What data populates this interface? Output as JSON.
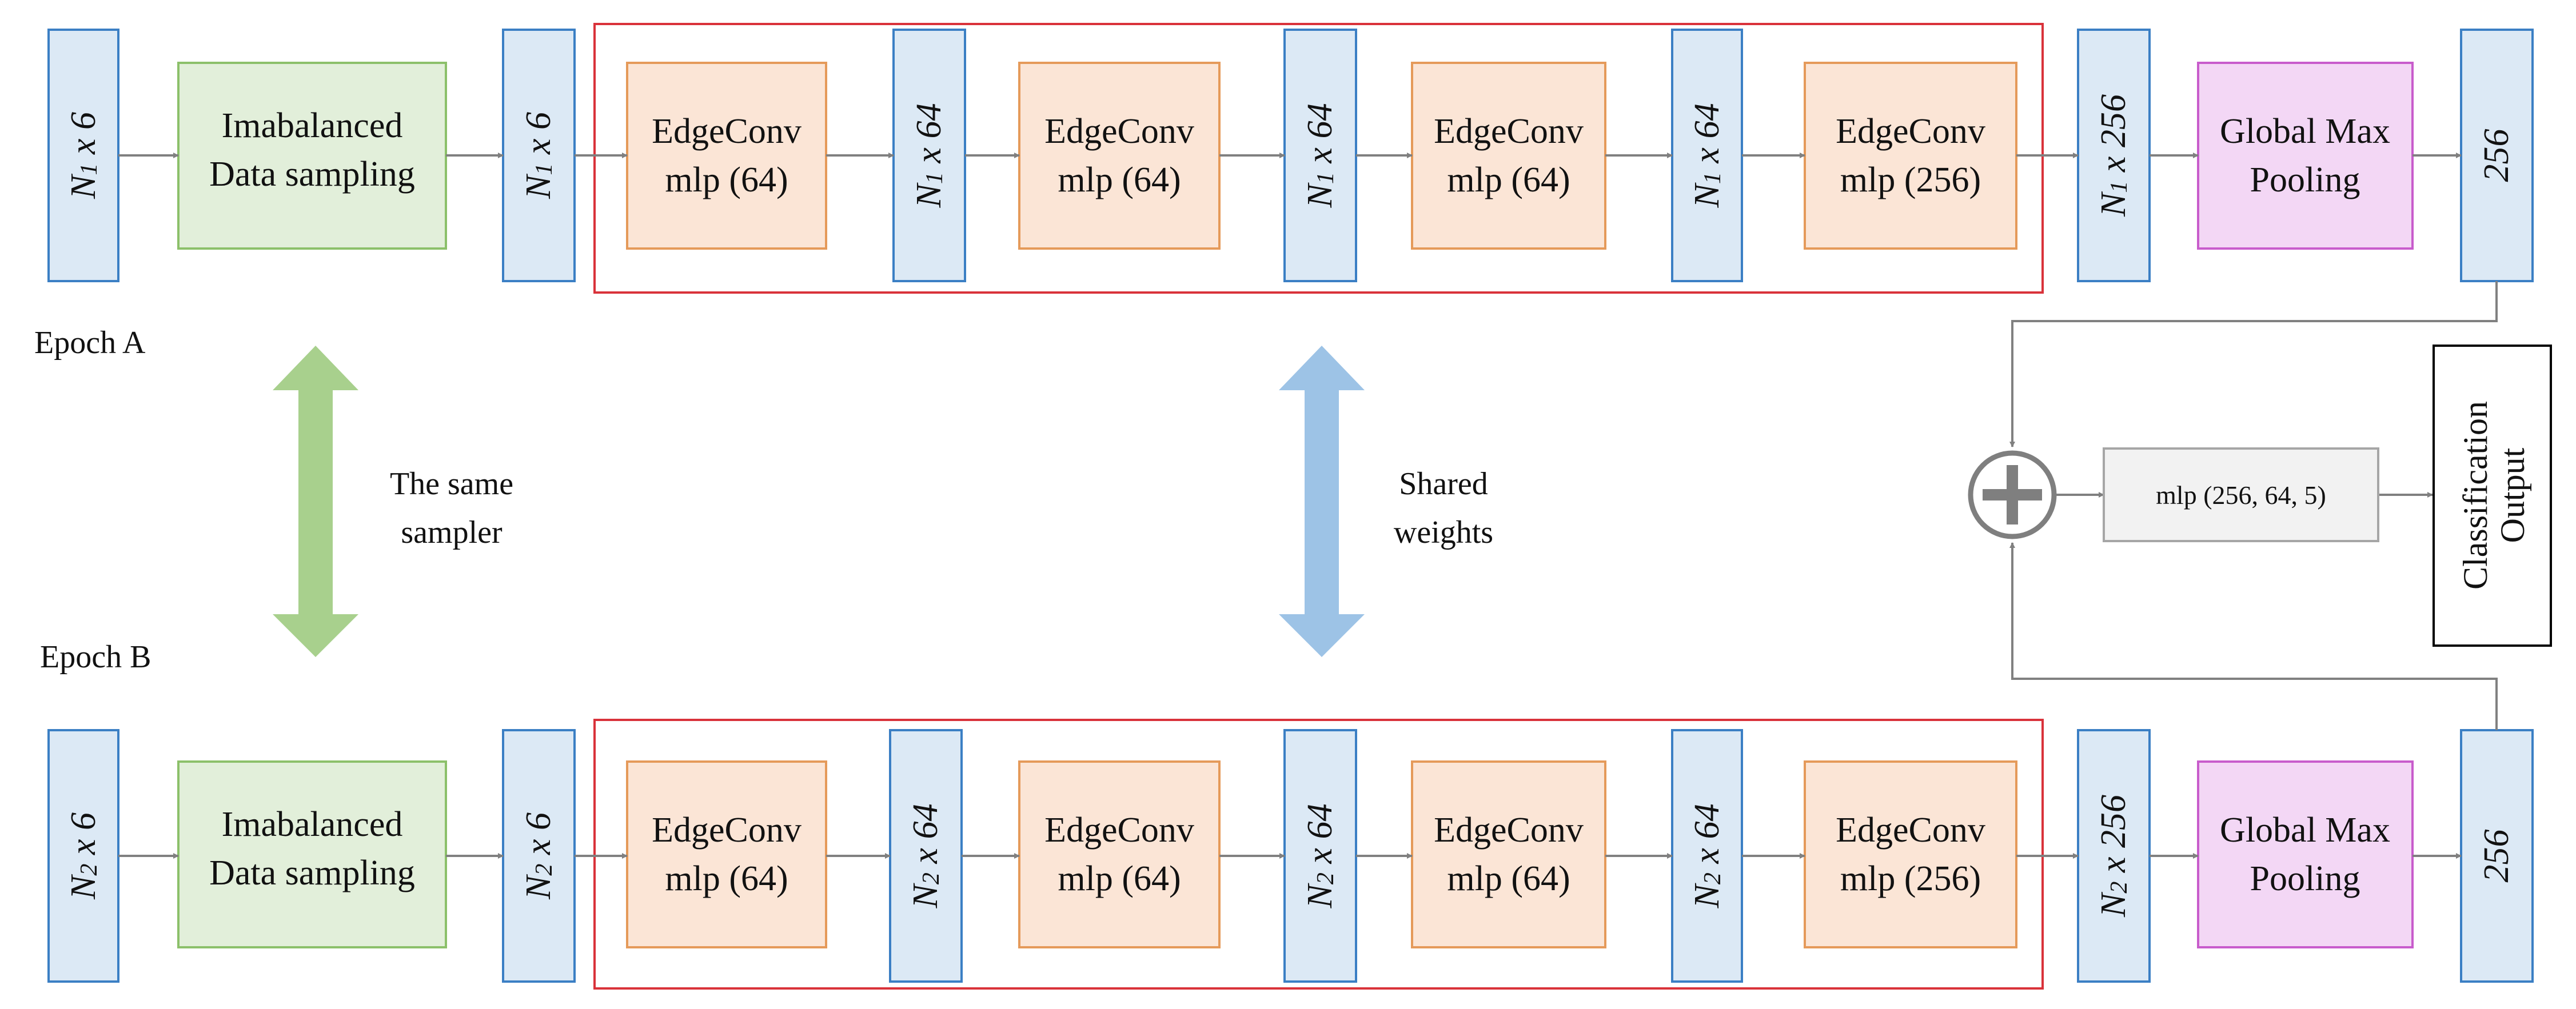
{
  "colors": {
    "dim_fill": "#dce9f5",
    "dim_stroke": "#3b7fc4",
    "sampling_fill": "#e2efda",
    "sampling_stroke": "#8cc06a",
    "edgeconv_fill": "#fbe5d6",
    "edgeconv_stroke": "#e59a5a",
    "pool_fill": "#f3d7f5",
    "pool_stroke": "#c85ccc",
    "group_stroke": "#d9323a",
    "arrow": "#808080",
    "green_arrow": "#a8d08d",
    "blue_arrow": "#9dc3e6",
    "mlp_fill": "#f2f2f2",
    "mlp_stroke": "#a6a6a6"
  },
  "branch_a": {
    "input": [
      "N",
      "1",
      " x 6"
    ],
    "sampling": [
      "Imabalanced",
      "Data sampling"
    ],
    "sampled": [
      "N",
      "1",
      " x 6"
    ],
    "conv1": [
      "EdgeConv",
      "mlp (64)"
    ],
    "f1": [
      "N",
      "1",
      " x 64"
    ],
    "conv2": [
      "EdgeConv",
      "mlp (64)"
    ],
    "f2": [
      "N",
      "1",
      " x 64"
    ],
    "conv3": [
      "EdgeConv",
      "mlp (64)"
    ],
    "f3": [
      "N",
      "1",
      " x 64"
    ],
    "conv4": [
      "EdgeConv",
      "mlp (256)"
    ],
    "f4": [
      "N",
      "1",
      " x 256"
    ],
    "pool": [
      "Global Max",
      "Pooling"
    ],
    "out": [
      "",
      "",
      "256"
    ]
  },
  "branch_b": {
    "input": [
      "N",
      "2",
      " x 6"
    ],
    "sampling": [
      "Imabalanced",
      "Data sampling"
    ],
    "sampled": [
      "N",
      "2",
      " x 6"
    ],
    "conv1": [
      "EdgeConv",
      "mlp (64)"
    ],
    "f1": [
      "N",
      "2",
      " x 64"
    ],
    "conv2": [
      "EdgeConv",
      "mlp (64)"
    ],
    "f2": [
      "N",
      "2",
      " x 64"
    ],
    "conv3": [
      "EdgeConv",
      "mlp (64)"
    ],
    "f3": [
      "N",
      "2",
      " x 64"
    ],
    "conv4": [
      "EdgeConv",
      "mlp (256)"
    ],
    "f4": [
      "N",
      "2",
      " x 256"
    ],
    "pool": [
      "Global Max",
      "Pooling"
    ],
    "out": [
      "",
      "",
      "256"
    ]
  },
  "labels": {
    "epoch_a": "Epoch A",
    "epoch_b": "Epoch B",
    "same_sampler": [
      "The same",
      "sampler"
    ],
    "shared_weights": [
      "Shared",
      "weights"
    ],
    "mlp": "mlp (256, 64, 5)",
    "output": [
      "Classification",
      "Output"
    ]
  }
}
